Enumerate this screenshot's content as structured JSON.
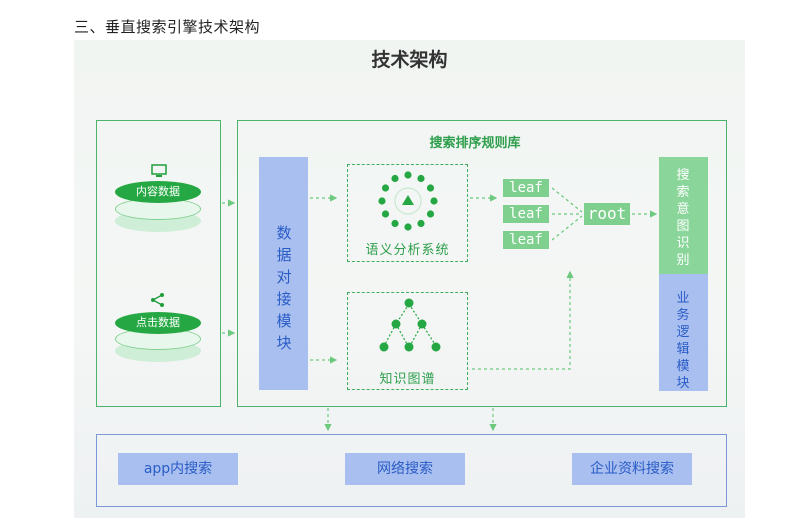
{
  "section_title": "三、垂直搜索引擎技术架构",
  "diagram": {
    "title": "技术架构",
    "left_panel": {
      "content_data_label": "内容数据",
      "click_data_label": "点击数据"
    },
    "rules_library_title": "搜索排序规则库",
    "data_module": "数据对接模块",
    "semantic_label": "语义分析系统",
    "knowledge_label": "知识图谱",
    "leaf_labels": [
      "leaf",
      "leaf",
      "leaf"
    ],
    "root_label": "root",
    "intent_module": "搜索意图识别",
    "business_module": "业务逻辑模块",
    "bottom_items": [
      "app内搜索",
      "网络搜索",
      "企业资料搜索"
    ]
  },
  "colors": {
    "green": "#3fae5d",
    "blue": "#a9bff0",
    "blue_text": "#2a5cc6"
  }
}
